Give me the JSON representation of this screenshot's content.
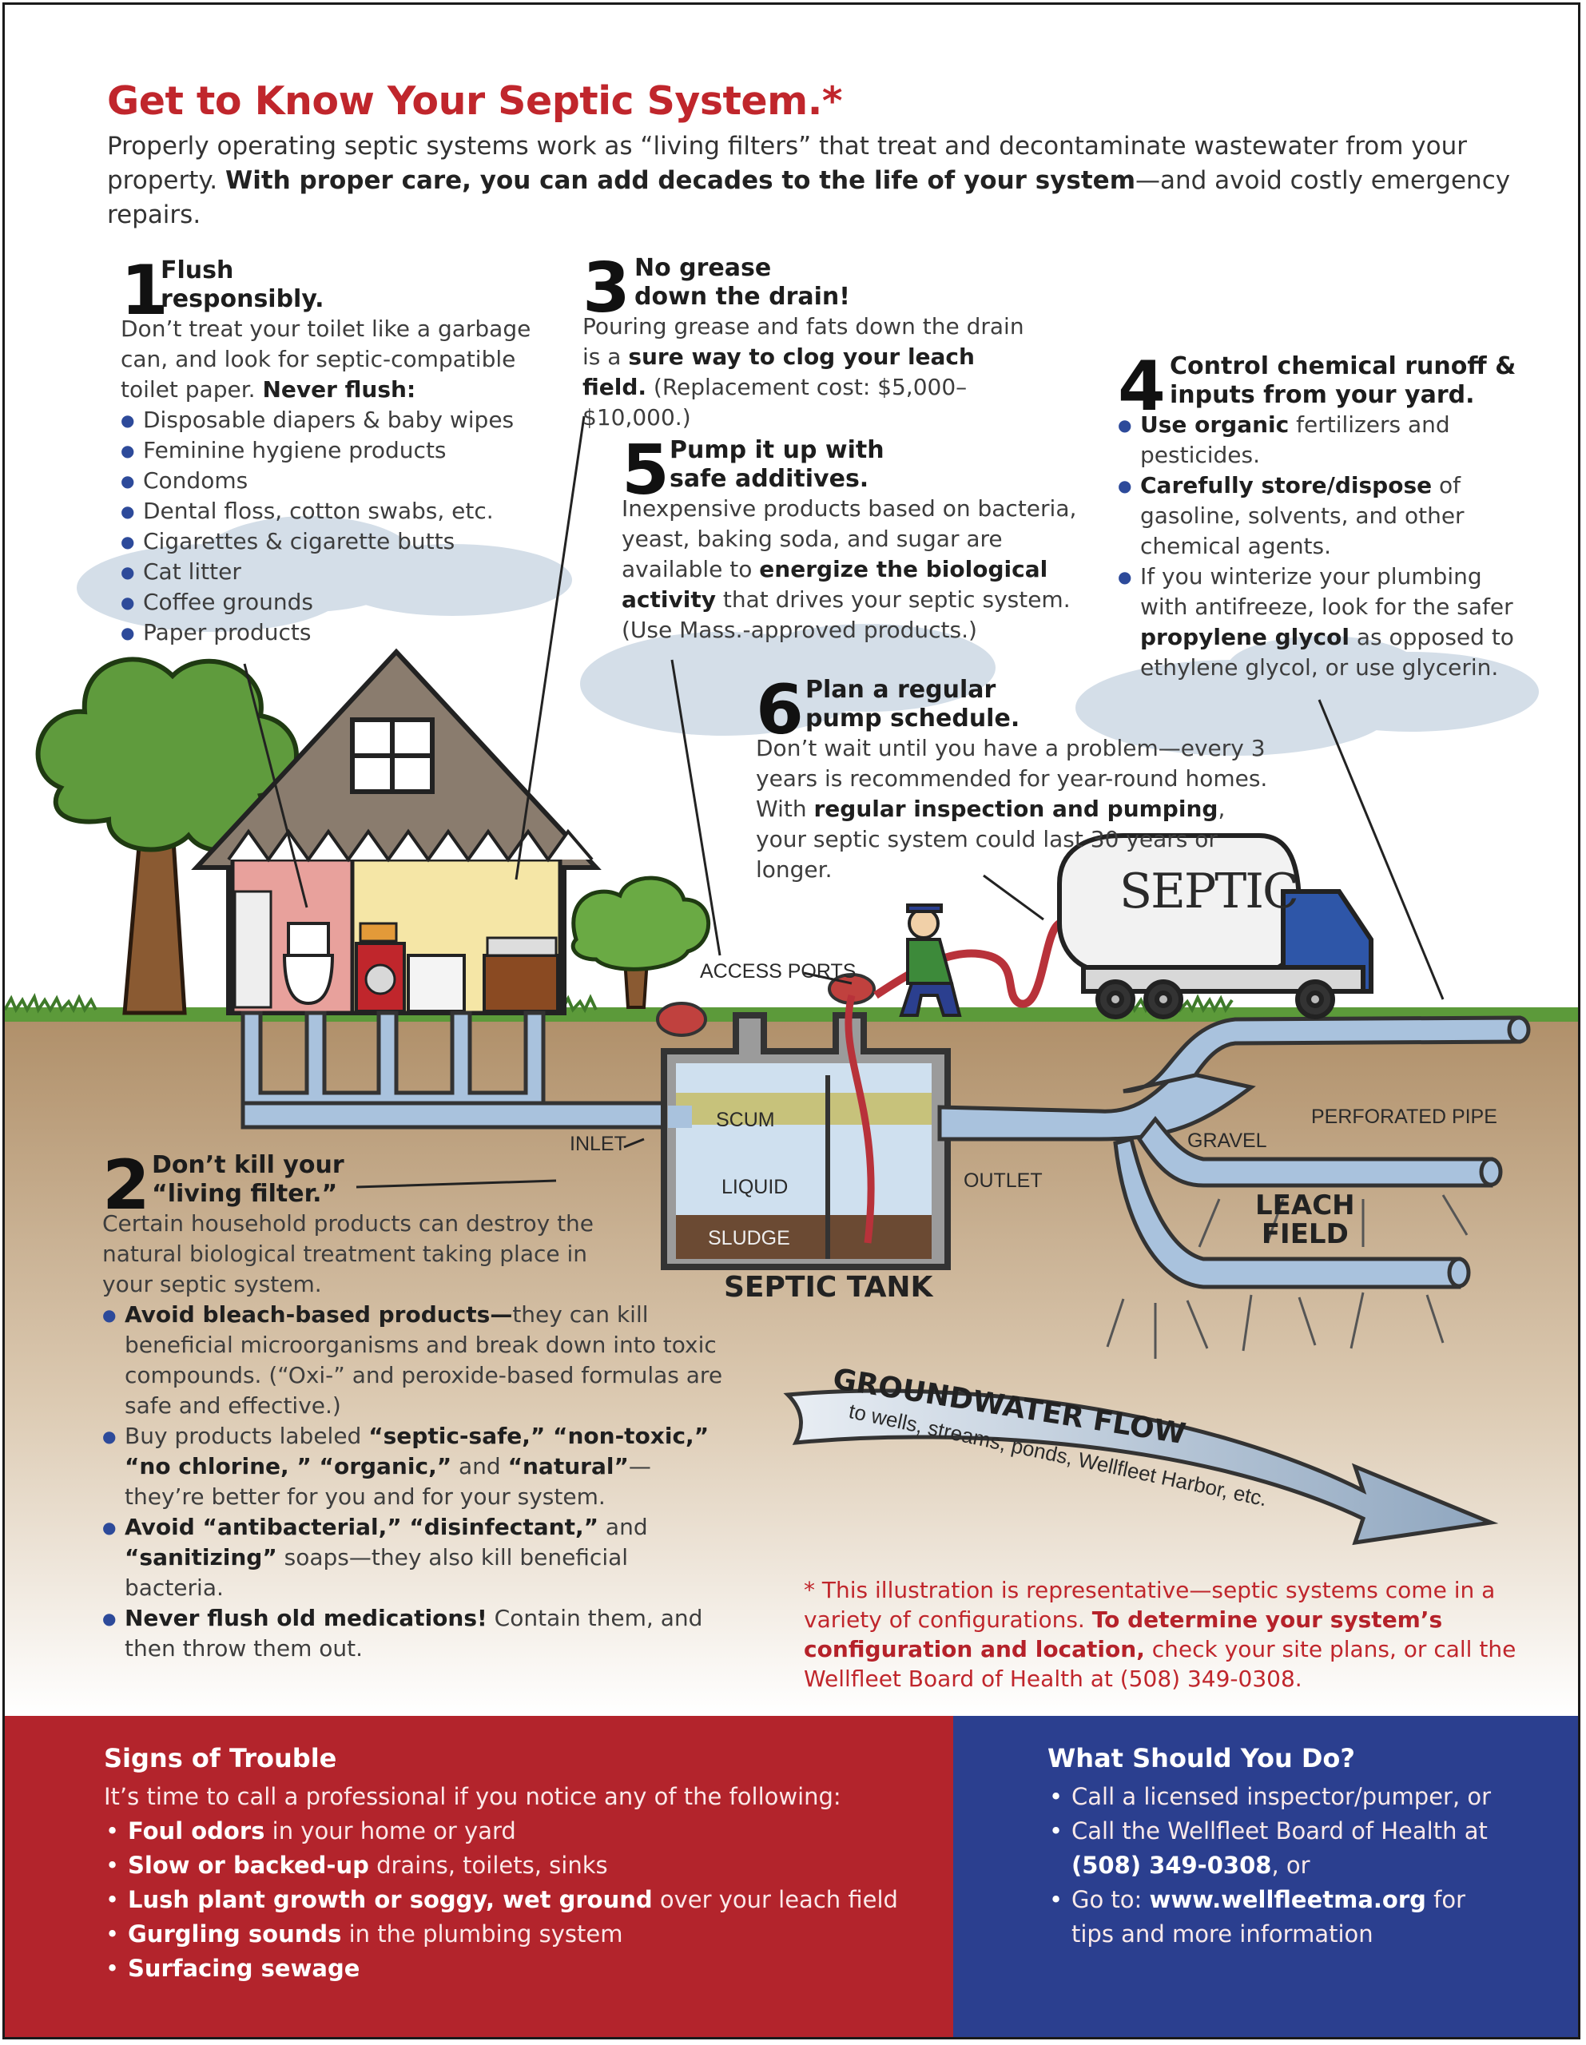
{
  "colors": {
    "red": "#c0262c",
    "blue": "#2b3f8f",
    "soil": "#b99a74",
    "grass": "#4f8d34",
    "water": "#9db7d4"
  },
  "header": {
    "title": "Get to Know Your Septic System.*",
    "intro_1": "Properly operating septic systems work as “living filters” that treat and decontaminate wastewater from your property. ",
    "intro_bold": "With proper care, you can add decades to the life of your system",
    "intro_2": "—and avoid costly emergency repairs."
  },
  "tips": {
    "t1": {
      "num": "1",
      "title_a": "Flush",
      "title_b": "responsibly.",
      "text": "Don’t treat your toilet like a garbage can, and look for septic-compatible toilet paper. ",
      "bold": "Never flush:",
      "items": [
        "Disposable diapers & baby wipes",
        "Feminine hygiene products",
        "Condoms",
        "Dental floss, cotton swabs, etc.",
        "Cigarettes & cigarette butts",
        "Cat litter",
        "Coffee grounds",
        "Paper products"
      ]
    },
    "t2": {
      "num": "2",
      "title_a": "Don’t kill your",
      "title_b": "“living filter.”",
      "text": "Certain household products can destroy the natural biological treatment taking place in your septic system.",
      "b1_bold": "Avoid bleach-based products—",
      "b1": "they can kill beneficial microorganisms and break down into toxic compounds. (“Oxi-” and peroxide-based formulas are safe and effective.)",
      "b2_a": "Buy products labeled ",
      "b2_bold": "“septic-safe,” “non-toxic,” “no chlorine, ” “organic,”",
      "b2_b": " and ",
      "b2_bold2": "“natural”",
      "b2_c": "—they’re better for you and for your system.",
      "b3_bold": "Avoid “antibacterial,” “disinfectant,”",
      "b3_a": " and ",
      "b3_bold2": "“sanitizing”",
      "b3_b": " soaps—they also kill beneficial bacteria.",
      "b4_bold": "Never flush old medications!",
      "b4": " Contain them, and then throw them out."
    },
    "t3": {
      "num": "3",
      "title_a": "No grease",
      "title_b": "down the drain!",
      "text_a": "Pouring grease and fats down the drain is a ",
      "bold": "sure way to clog your leach field.",
      "text_b": " (Replacement cost: $5,000–$10,000.)"
    },
    "t4": {
      "num": "4",
      "title_a": "Control chemical runoff &",
      "title_b": "inputs from your yard.",
      "b1_bold": "Use organic",
      "b1": " fertilizers and pesticides.",
      "b2_bold": "Carefully store/dispose",
      "b2": " of gasoline, solvents, and other chemical agents.",
      "b3_a": "If you winterize your plumbing with antifreeze, look for the safer ",
      "b3_bold": "propylene glycol",
      "b3_b": " as opposed to ethylene glycol, or use glycerin."
    },
    "t5": {
      "num": "5",
      "title_a": "Pump it up with",
      "title_b": "safe additives.",
      "text_a": "Inexpensive products based on bacteria, yeast, baking soda, and sugar are available to ",
      "bold": "energize the biological activity",
      "text_b": " that drives your septic system. (Use Mass.-approved products.)"
    },
    "t6": {
      "num": "6",
      "title_a": "Plan a regular",
      "title_b": "pump schedule.",
      "text_a": "Don’t wait until you have a problem—every 3 years is recommended for year-round homes. With ",
      "bold": "regular inspection and pumping",
      "text_b": ", your septic system could last 30 years or longer."
    }
  },
  "diagram": {
    "truck_label": "SEPTIC",
    "access_ports": "ACCESS PORTS",
    "inlet": "INLET",
    "outlet": "OUTLET",
    "scum": "SCUM",
    "liquid": "LIQUID",
    "sludge": "SLUDGE",
    "septic_tank": "SEPTIC TANK",
    "gravel": "GRAVEL",
    "perforated_pipe": "PERFORATED PIPE",
    "leach_1": "LEACH",
    "leach_2": "FIELD",
    "groundwater_title": "GROUNDWATER FLOW",
    "groundwater_sub": "to wells, streams, ponds, Wellfleet Harbor, etc."
  },
  "footnote": {
    "text_a": "* This illustration is representative—septic systems come in a variety of configurations. ",
    "bold": "To determine your system’s configuration and location,",
    "text_b": " check your site plans, or call the Wellfleet Board of Health at (508) 349-0308."
  },
  "signs": {
    "title": "Signs of Trouble",
    "intro": "It’s time to call a professional if you notice any of the following:",
    "items": [
      {
        "bold": "Foul odors",
        "rest": " in your home or yard"
      },
      {
        "bold": "Slow or backed-up",
        "rest": " drains, toilets, sinks"
      },
      {
        "bold": "Lush plant growth or soggy, wet ground",
        "rest": " over your leach field"
      },
      {
        "bold": "Gurgling sounds",
        "rest": " in the plumbing system"
      },
      {
        "bold": "Surfacing sewage",
        "rest": ""
      }
    ]
  },
  "todo": {
    "title": "What Should You Do?",
    "i1": "Call a licensed inspector/pumper, or",
    "i2_a": "Call the Wellfleet Board of Health at ",
    "i2_bold": "(508) 349-0308",
    "i2_b": ", or",
    "i3_a": "Go to: ",
    "i3_bold": "www.wellfleetma.org",
    "i3_b": " for tips and more information"
  }
}
